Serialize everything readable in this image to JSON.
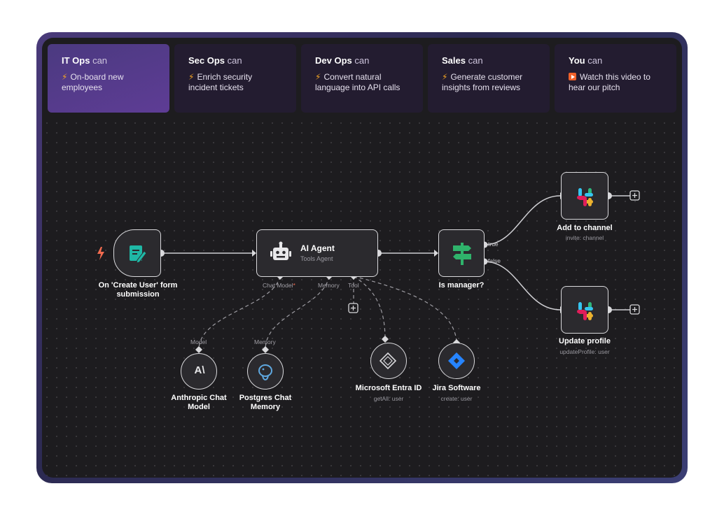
{
  "tabs": [
    {
      "team": "IT Ops",
      "can": "can",
      "desc": "On-board new employees",
      "icon": "lightning-icon"
    },
    {
      "team": "Sec Ops",
      "can": "can",
      "desc": "Enrich security incident tickets",
      "icon": "lightning-icon"
    },
    {
      "team": "Dev Ops",
      "can": "can",
      "desc": "Convert natural language into API calls",
      "icon": "lightning-icon"
    },
    {
      "team": "Sales",
      "can": "can",
      "desc": "Generate customer insights from reviews",
      "icon": "lightning-icon"
    },
    {
      "team": "You",
      "can": "can",
      "desc": "Watch this video to hear our pitch",
      "icon": "play-icon"
    }
  ],
  "lightning_glyph": "⚡",
  "nodes": {
    "trigger": {
      "label": "On 'Create User' form submission"
    },
    "agent": {
      "title": "AI Agent",
      "subtitle": "Tools Agent",
      "port_chat": "Chat Model",
      "port_chat_req": "*",
      "port_memory": "Memory",
      "port_tool": "Tool"
    },
    "switch": {
      "label": "Is manager?",
      "out_true": "true",
      "out_false": "false"
    },
    "slack1": {
      "label": "Add to channel",
      "sub": "invite: channel"
    },
    "slack2": {
      "label": "Update profile",
      "sub": "updateProfile: user"
    },
    "anthropic": {
      "label": "Anthropic Chat Model",
      "port": "Model",
      "glyph": "A\\"
    },
    "postgres": {
      "label": "Postgres Chat Memory",
      "port": "Memory"
    },
    "entra": {
      "label": "Microsoft Entra ID",
      "sub": "getAll: user"
    },
    "jira": {
      "label": "Jira Software",
      "sub": "create: user"
    }
  },
  "colors": {
    "accent": "#5e3c95",
    "teal": "#1fb8a6",
    "green": "#2fb36b",
    "lightning": "#f26b4f"
  }
}
